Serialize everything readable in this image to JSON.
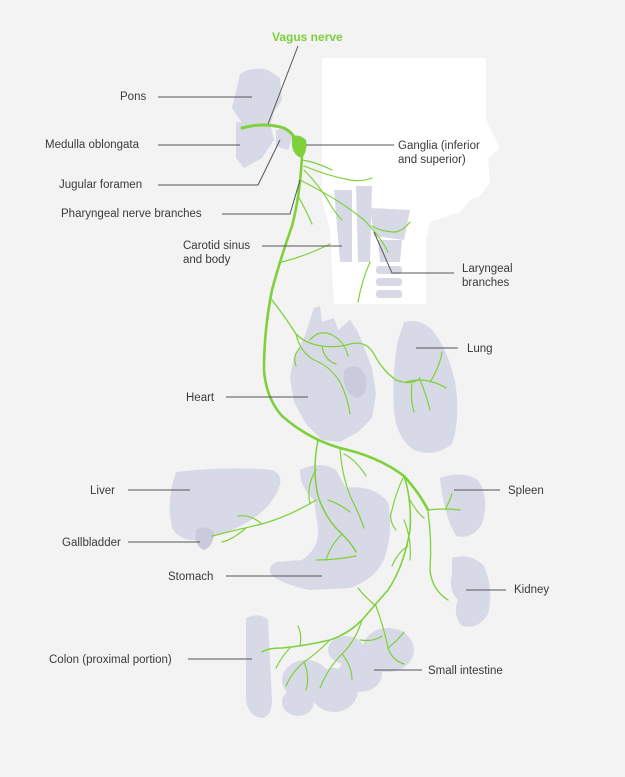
{
  "title": "Vagus nerve",
  "labels": {
    "pons": "Pons",
    "medulla": "Medulla oblongata",
    "jugular": "Jugular foramen",
    "pharyngeal": "Pharyngeal nerve branches",
    "carotid_1": "Carotid sinus",
    "carotid_2": "and body",
    "ganglia_1": "Ganglia (inferior",
    "ganglia_2": "and superior)",
    "laryngeal_1": "Laryngeal",
    "laryngeal_2": "branches",
    "lung": "Lung",
    "heart": "Heart",
    "liver": "Liver",
    "spleen": "Spleen",
    "gallbladder": "Gallbladder",
    "stomach": "Stomach",
    "kidney": "Kidney",
    "colon": "Colon (proximal portion)",
    "small_intestine": "Small intestine"
  },
  "colors": {
    "nerve": "#7fd13b",
    "organ": "#d8d9e6",
    "background": "#f2f3f2"
  }
}
